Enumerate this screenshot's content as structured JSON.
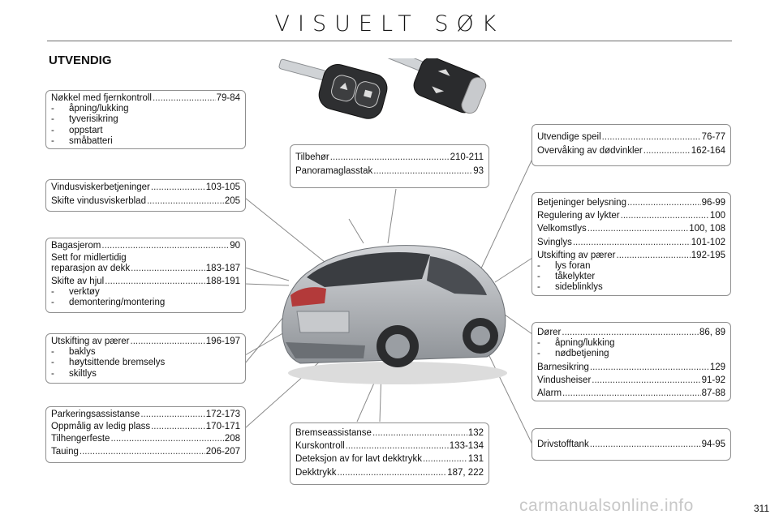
{
  "header": {
    "title": "VISUELT SØK",
    "section": "UTVENDIG"
  },
  "page_number": "311",
  "watermark": "carmanualsonline.info",
  "colors": {
    "accent_line": "#8f8f8f",
    "text": "#111111",
    "car_body": "#b9bcc0"
  },
  "boxes": {
    "key": {
      "items": [
        {
          "label": "Nøkkel med fjernkontroll",
          "page": "79-84"
        }
      ],
      "subs": [
        "åpning/lukking",
        "tyverisikring",
        "oppstart",
        "småbatteri"
      ]
    },
    "wiper": {
      "items": [
        {
          "label": "Vindusviskerbetjeninger",
          "page": "103-105"
        },
        {
          "label": "Skifte vindusviskerblad",
          "page": "205"
        }
      ]
    },
    "trunk": {
      "items": [
        {
          "label": "Bagasjerom",
          "page": "90"
        },
        {
          "label_line1": "Sett for midlertidig",
          "label": "reparasjon av dekk",
          "page": "183-187"
        },
        {
          "label": "Skifte av hjul",
          "page": "188-191"
        }
      ],
      "subs": [
        "verktøy",
        "demontering/montering"
      ]
    },
    "rear_bulbs": {
      "items": [
        {
          "label": "Utskifting av pærer",
          "page": "196-197"
        }
      ],
      "subs": [
        "baklys",
        "høytsittende bremselys",
        "skiltlys"
      ]
    },
    "parking": {
      "items": [
        {
          "label": "Parkeringsassistanse",
          "page": "172-173"
        },
        {
          "label": "Oppmålig av ledig plass",
          "page": "170-171"
        },
        {
          "label": "Tilhengerfeste",
          "page": "208"
        },
        {
          "label": "Tauing",
          "page": "206-207"
        }
      ]
    },
    "accessories": {
      "items": [
        {
          "label": "Tilbehør",
          "page": "210-211"
        },
        {
          "label": "Panoramaglasstak",
          "page": "93"
        }
      ]
    },
    "brakes": {
      "items": [
        {
          "label": "Bremseassistanse",
          "page": "132"
        },
        {
          "label": "Kurskontroll",
          "page": "133-134"
        },
        {
          "label": "Deteksjon av for lavt dekktrykk",
          "page": "131"
        },
        {
          "label": "Dekktrykk",
          "page": "187, 222"
        }
      ]
    },
    "mirrors": {
      "items": [
        {
          "label": "Utvendige speil",
          "page": "76-77"
        },
        {
          "label": "Overvåking av dødvinkler",
          "page": "162-164"
        }
      ]
    },
    "lights": {
      "items": [
        {
          "label": "Betjeninger belysning",
          "page": "96-99"
        },
        {
          "label": "Regulering av lykter",
          "page": "100"
        },
        {
          "label": "Velkomstlys",
          "page": "100, 108"
        },
        {
          "label": "Svinglys",
          "page": "101-102"
        },
        {
          "label": "Utskifting av pærer",
          "page": "192-195"
        }
      ],
      "subs": [
        "lys foran",
        "tåkelykter",
        "sideblinklys"
      ]
    },
    "doors": {
      "items": [
        {
          "label": "Dører",
          "page": "86, 89"
        }
      ],
      "subs": [
        "åpning/lukking",
        "nødbetjening"
      ],
      "items2": [
        {
          "label": "Barnesikring",
          "page": "129"
        },
        {
          "label": "Vindusheiser",
          "page": "91-92"
        },
        {
          "label": "Alarm",
          "page": "87-88"
        }
      ]
    },
    "fuel": {
      "items": [
        {
          "label": "Drivstofftank",
          "page": "94-95"
        }
      ]
    }
  },
  "icons": [
    "key-icon",
    "car-illustration"
  ]
}
